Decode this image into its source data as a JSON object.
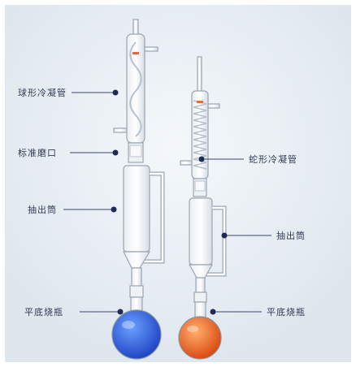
{
  "labels": {
    "left": {
      "bulb_condenser": "球形冷凝管",
      "ground_joint": "标准磨口",
      "extractor": "抽出筒",
      "flask": "平底烧瓶"
    },
    "right": {
      "coil_condenser": "蛇形冷凝管",
      "extractor": "抽出筒",
      "flask": "平底烧瓶"
    }
  },
  "colors": {
    "marker": "#1f2a55",
    "leader_line": "#3c4670",
    "left_liquid": "#2a5fd8",
    "right_liquid": "#e8641e",
    "glass_outline": "#aab4c0",
    "background_glow": "#eaf1f7"
  }
}
